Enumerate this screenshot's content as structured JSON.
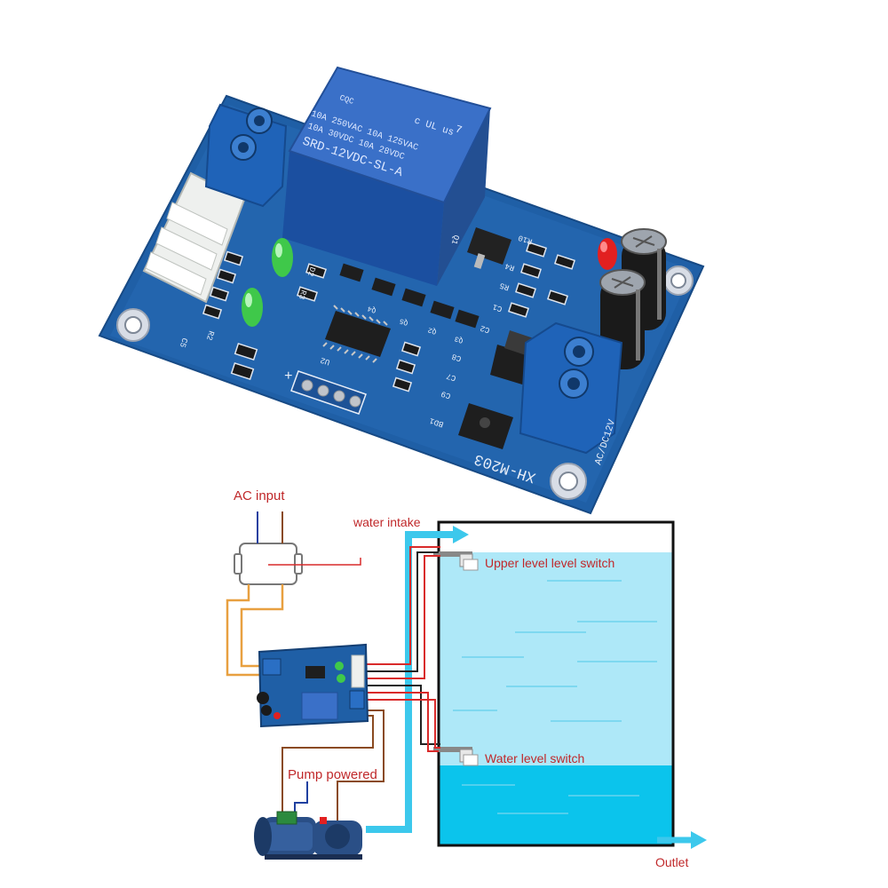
{
  "relay": {
    "model": "SRD-12VDC-SL-A",
    "rating_line1": "10A 250VAC  10A 125VAC",
    "rating_line2": "10A 30VDC   10A 28VDC",
    "cert_mark": "CQC",
    "ul_mark": "c UL us",
    "num": "7"
  },
  "board": {
    "name": "XH-M203",
    "power_label": "AC/DC12V",
    "silk": {
      "q1": "Q1",
      "r10": "R10",
      "r4": "R4",
      "r5": "R5",
      "c1": "C1",
      "d2": "D2",
      "r3": "R3",
      "r2": "R2",
      "c2": "C2",
      "u2": "U2",
      "q4": "Q4",
      "q5": "Q5",
      "q2": "Q2",
      "q3": "Q3",
      "c8": "C8",
      "c7": "C7",
      "c9": "C9",
      "bd1": "BD1",
      "c5": "C5",
      "plus": "+"
    }
  },
  "diagram": {
    "ac_input": "AC input",
    "water_intake": "water intake",
    "upper_switch": "Upper level level switch",
    "water_switch": "Water level switch",
    "pump_powered": "Pump powered",
    "outlet": "Outlet"
  },
  "colors": {
    "pcb": "#1f5fa6",
    "relay": "#2f66c2",
    "water_light": "#aee8f8",
    "water_deep": "#0bc4ec",
    "pipe": "#3cc8ec",
    "wire_red": "#d92a2a",
    "wire_orange": "#e8a040",
    "wire_brown": "#8a4a20",
    "wire_blue": "#2040a0",
    "label_red": "#c0282a"
  }
}
